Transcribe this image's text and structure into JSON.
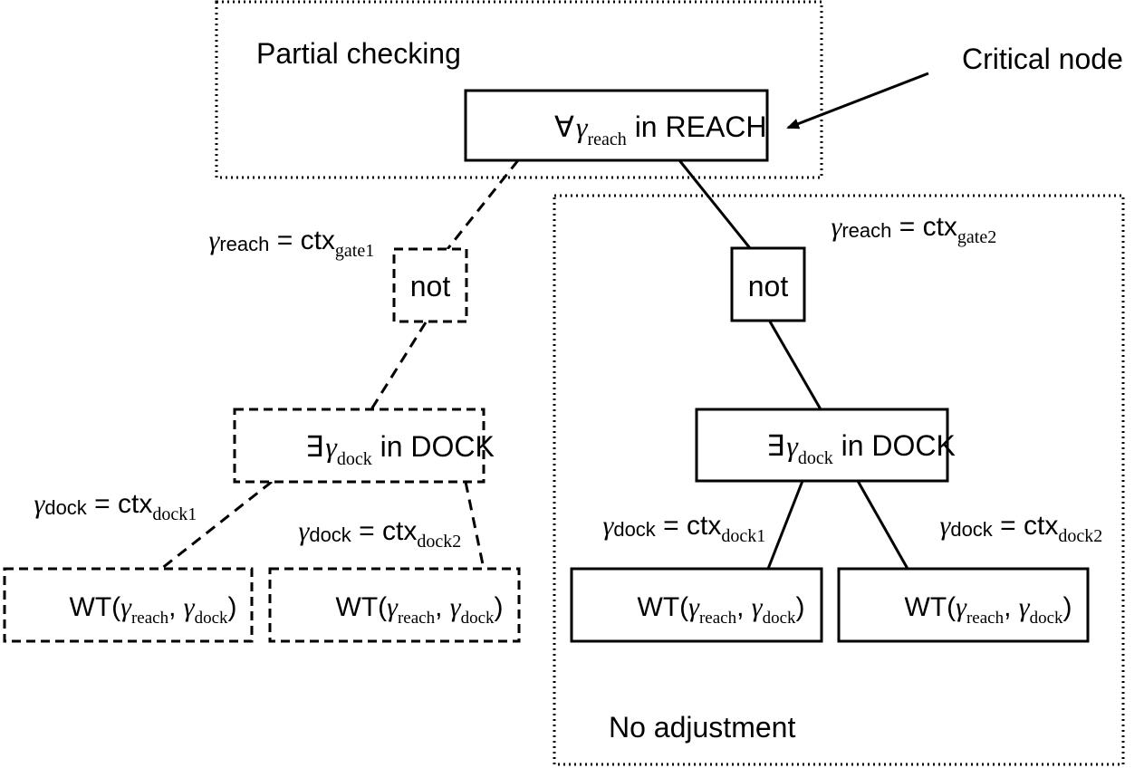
{
  "regions": {
    "partial_checking_label": "Partial checking",
    "no_adjustment_label": "No adjustment",
    "critical_node_label": "Critical node"
  },
  "symbols": {
    "forall": "∀",
    "exists": "∃",
    "gamma": "γ"
  },
  "nodes": {
    "root": {
      "sub": "reach",
      "text": " in REACH"
    },
    "not_left": "not",
    "not_right": "not",
    "exists_left": {
      "sub": "dock",
      "text": " in DOCK"
    },
    "exists_right": {
      "sub": "dock",
      "text": " in DOCK"
    },
    "wt": {
      "prefix": "WT(",
      "sub1": "reach",
      "sep": ", ",
      "sub2": "dock",
      "suffix": ")"
    }
  },
  "edge_labels": {
    "reach_gate1": {
      "sub": "reach",
      "eq": " = ctx",
      "ctx_sub": "gate1"
    },
    "reach_gate2": {
      "sub": "reach",
      "eq": " = ctx",
      "ctx_sub": "gate2"
    },
    "left_dock1": {
      "sub": "dock",
      "eq": " = ctx",
      "ctx_sub": "dock1"
    },
    "left_dock2": {
      "sub": "dock",
      "eq": " = ctx",
      "ctx_sub": "dock2"
    },
    "right_dock1": {
      "sub": "dock",
      "eq": " = ctx",
      "ctx_sub": "dock1"
    },
    "right_dock2": {
      "sub": "dock",
      "eq": " = ctx",
      "ctx_sub": "dock2"
    }
  },
  "colors": {
    "stroke": "#000000",
    "background": "#ffffff"
  }
}
